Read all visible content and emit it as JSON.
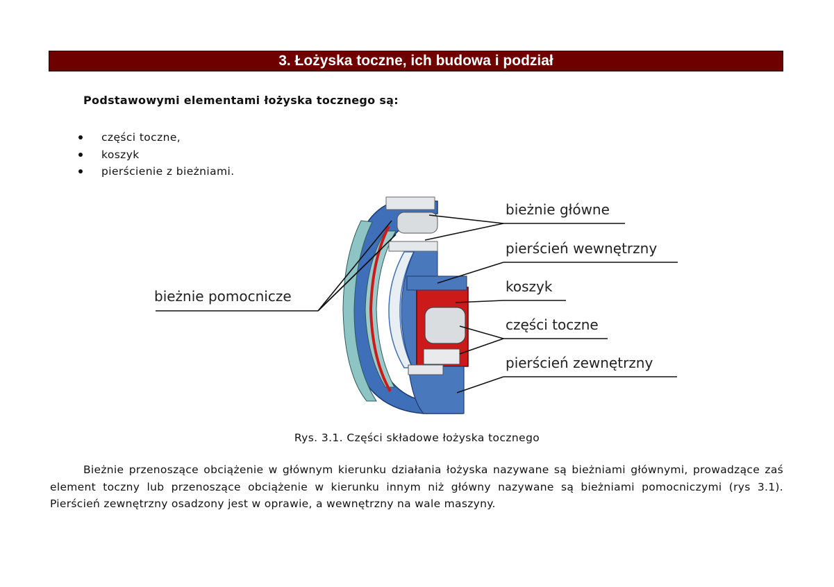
{
  "header": {
    "title": "3. Łożyska toczne, ich budowa i podział",
    "bg_color": "#6e0000"
  },
  "intro": {
    "text": "Podstawowymi elementami łożyska tocznego są:"
  },
  "elements_list": [
    "części toczne,",
    "koszyk",
    "pierścienie z bieżniami."
  ],
  "figure": {
    "labels": {
      "main_raceways": "bieżnie główne",
      "inner_ring": "pierścień wewnętrzny",
      "cage": "koszyk",
      "rolling_elements": "części toczne",
      "outer_ring": "pierścień zewnętrzny",
      "auxiliary_raceways": "bieżnie pomocnicze"
    },
    "colors": {
      "ring_blue": "#3f6fb8",
      "ring_teal": "#8fc4c4",
      "cage_red": "#cc1a1a",
      "roller_grey": "#d9dde0"
    },
    "caption": "Rys. 3.1. Części składowe łożyska tocznego"
  },
  "paragraph": {
    "text": "Bieżnie przenoszące obciążenie w głównym kierunku działania łożyska nazywane są bieżniami głównymi, prowadzące zaś element toczny lub przenoszące obciążenie w kierunku innym niż główny nazywane są bieżniami pomocniczymi (rys 3.1). Pierścień zewnętrzny osadzony jest w oprawie, a wewnętrzny na wale maszyny."
  }
}
